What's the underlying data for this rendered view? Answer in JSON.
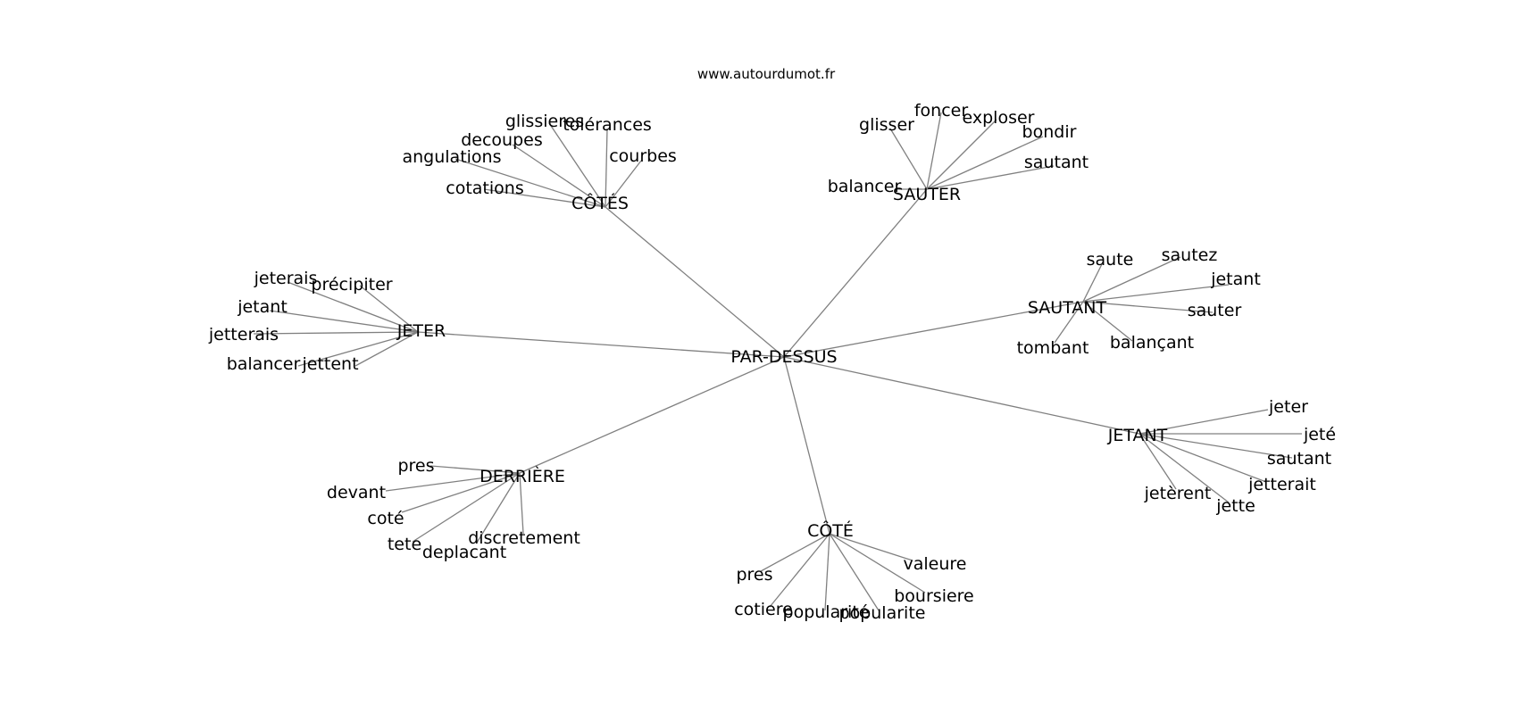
{
  "site": "www.autourdumot.fr",
  "center": "PAR-DESSUS",
  "clusters": [
    {
      "label": "CÔTÉS",
      "leaves": [
        "glissieres",
        "tolérances",
        "decoupes",
        "angulations",
        "courbes",
        "cotations"
      ]
    },
    {
      "label": "SAUTER",
      "leaves": [
        "foncer",
        "glisser",
        "exploser",
        "bondir",
        "sautant",
        "balancer"
      ]
    },
    {
      "label": "JETER",
      "leaves": [
        "jeterais",
        "précipiter",
        "jetant",
        "jetterais",
        "balancer",
        "jettent"
      ]
    },
    {
      "label": "SAUTANT",
      "leaves": [
        "saute",
        "sautez",
        "jetant",
        "sauter",
        "tombant",
        "balançant"
      ]
    },
    {
      "label": "JETANT",
      "leaves": [
        "jeter",
        "jeté",
        "sautant",
        "jetterait",
        "jetèrent",
        "jette"
      ]
    },
    {
      "label": "DERRIÈRE",
      "leaves": [
        "pres",
        "devant",
        "coté",
        "tete",
        "deplacant",
        "discretement"
      ]
    },
    {
      "label": "CÔTÉ",
      "leaves": [
        "valeure",
        "pres",
        "boursiere",
        "cotiere",
        "popularité",
        "popularite"
      ]
    }
  ]
}
